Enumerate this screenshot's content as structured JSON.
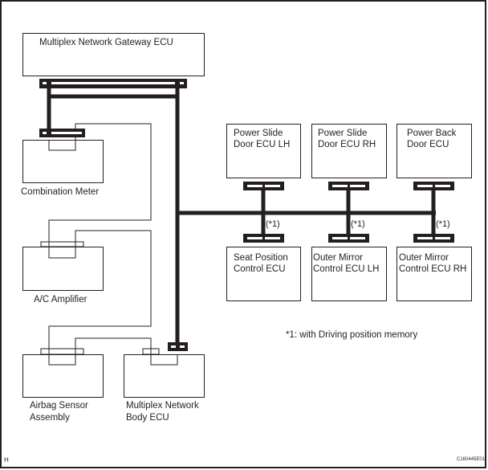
{
  "diagram": {
    "title_corner": "H",
    "figure_code": "C160445E01",
    "footnote": "*1: with Driving position memory",
    "option_marker": "(*1)",
    "ecus": {
      "gateway": {
        "label": "Multiplex Network Gateway ECU"
      },
      "combination_meter": {
        "label": "Combination Meter"
      },
      "ac_amplifier": {
        "label": "A/C Amplifier"
      },
      "airbag_sensor": {
        "label_line1": "Airbag Sensor",
        "label_line2": "Assembly"
      },
      "body_ecu": {
        "label_line1": "Multiplex Network",
        "label_line2": "Body ECU"
      },
      "power_slide_lh": {
        "label_line1": "Power Slide",
        "label_line2": "Door ECU LH"
      },
      "power_slide_rh": {
        "label_line1": "Power Slide",
        "label_line2": "Door ECU RH"
      },
      "power_back_door": {
        "label_line1": "Power Back",
        "label_line2": "Door ECU"
      },
      "seat_position": {
        "label_line1": "Seat Position",
        "label_line2": "Control ECU"
      },
      "outer_mirror_lh": {
        "label_line1": "Outer Mirror",
        "label_line2": "Control ECU LH"
      },
      "outer_mirror_rh": {
        "label_line1": "Outer Mirror",
        "label_line2": "Control ECU RH"
      }
    },
    "colors": {
      "line": "#231f20",
      "background": "#ffffff"
    }
  }
}
